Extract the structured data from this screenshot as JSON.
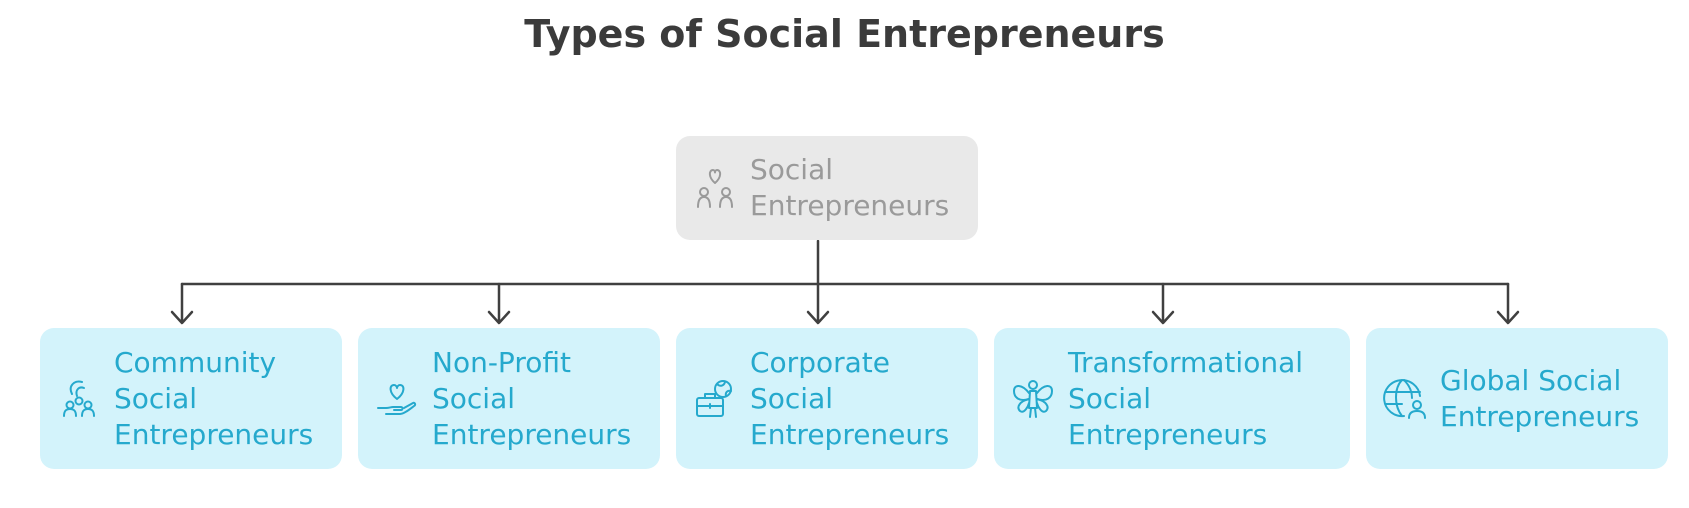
{
  "title": "Types of Social Entrepreneurs",
  "colors": {
    "title": "#3b3b3b",
    "root_fill": "#e9e9e9",
    "root_text": "#9a9a9a",
    "child_fill": "#d3f3fb",
    "child_text": "#25a9cd",
    "connector": "#404040"
  },
  "root": {
    "label_line1": "Social",
    "label_line2": "Entrepreneurs",
    "icon": "people-heart-icon"
  },
  "children": [
    {
      "lines": [
        "Community",
        "Social",
        "Entrepreneurs"
      ],
      "icon": "community-group-icon"
    },
    {
      "lines": [
        "Non-Profit",
        "Social",
        "Entrepreneurs"
      ],
      "icon": "hand-heart-icon"
    },
    {
      "lines": [
        "Corporate",
        "Social",
        "Entrepreneurs"
      ],
      "icon": "briefcase-globe-icon"
    },
    {
      "lines": [
        "Transformational",
        "Social",
        "Entrepreneurs"
      ],
      "icon": "butterfly-person-icon"
    },
    {
      "lines": [
        "Global Social",
        "Entrepreneurs"
      ],
      "icon": "globe-person-icon"
    }
  ]
}
